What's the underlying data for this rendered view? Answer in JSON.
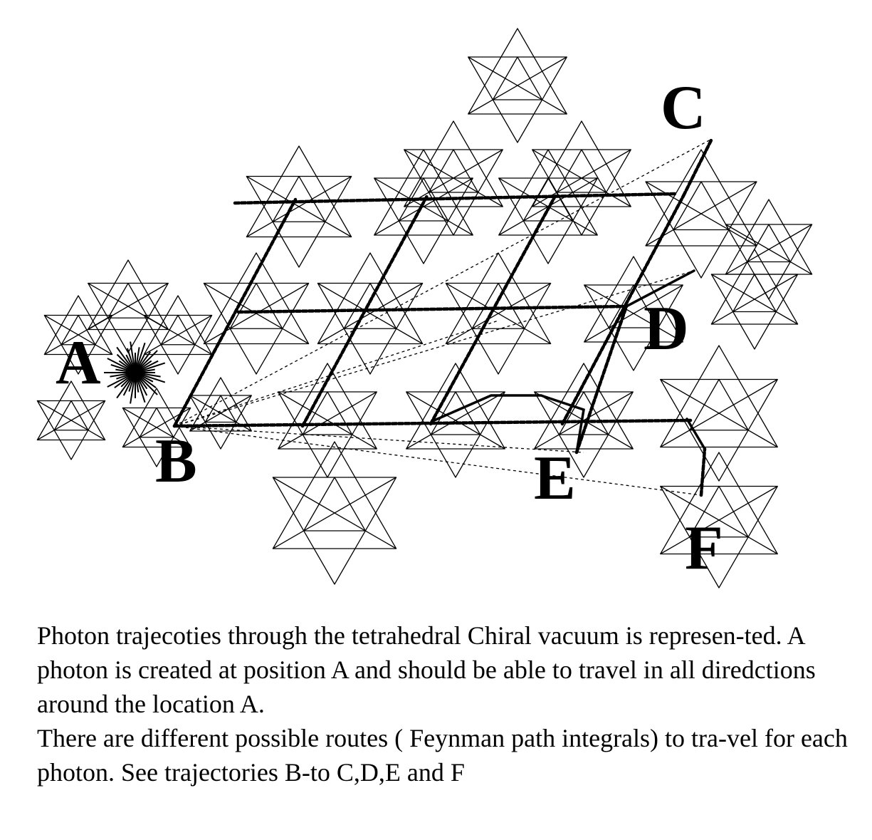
{
  "diagram": {
    "labels": {
      "A": "A",
      "B": "B",
      "C": "C",
      "D": "D",
      "E": "E",
      "F": "F"
    }
  },
  "caption": {
    "paragraph_1": "Photon trajecoties through the tetrahedral Chiral vacuum is represen-ted.   A photon is created at position A and should be able to travel in all diredctions around the location A.",
    "paragraph_2": "There are different possible routes ( Feynman path integrals) to tra-vel for each photon. See trajectories B-to C,D,E and F"
  }
}
